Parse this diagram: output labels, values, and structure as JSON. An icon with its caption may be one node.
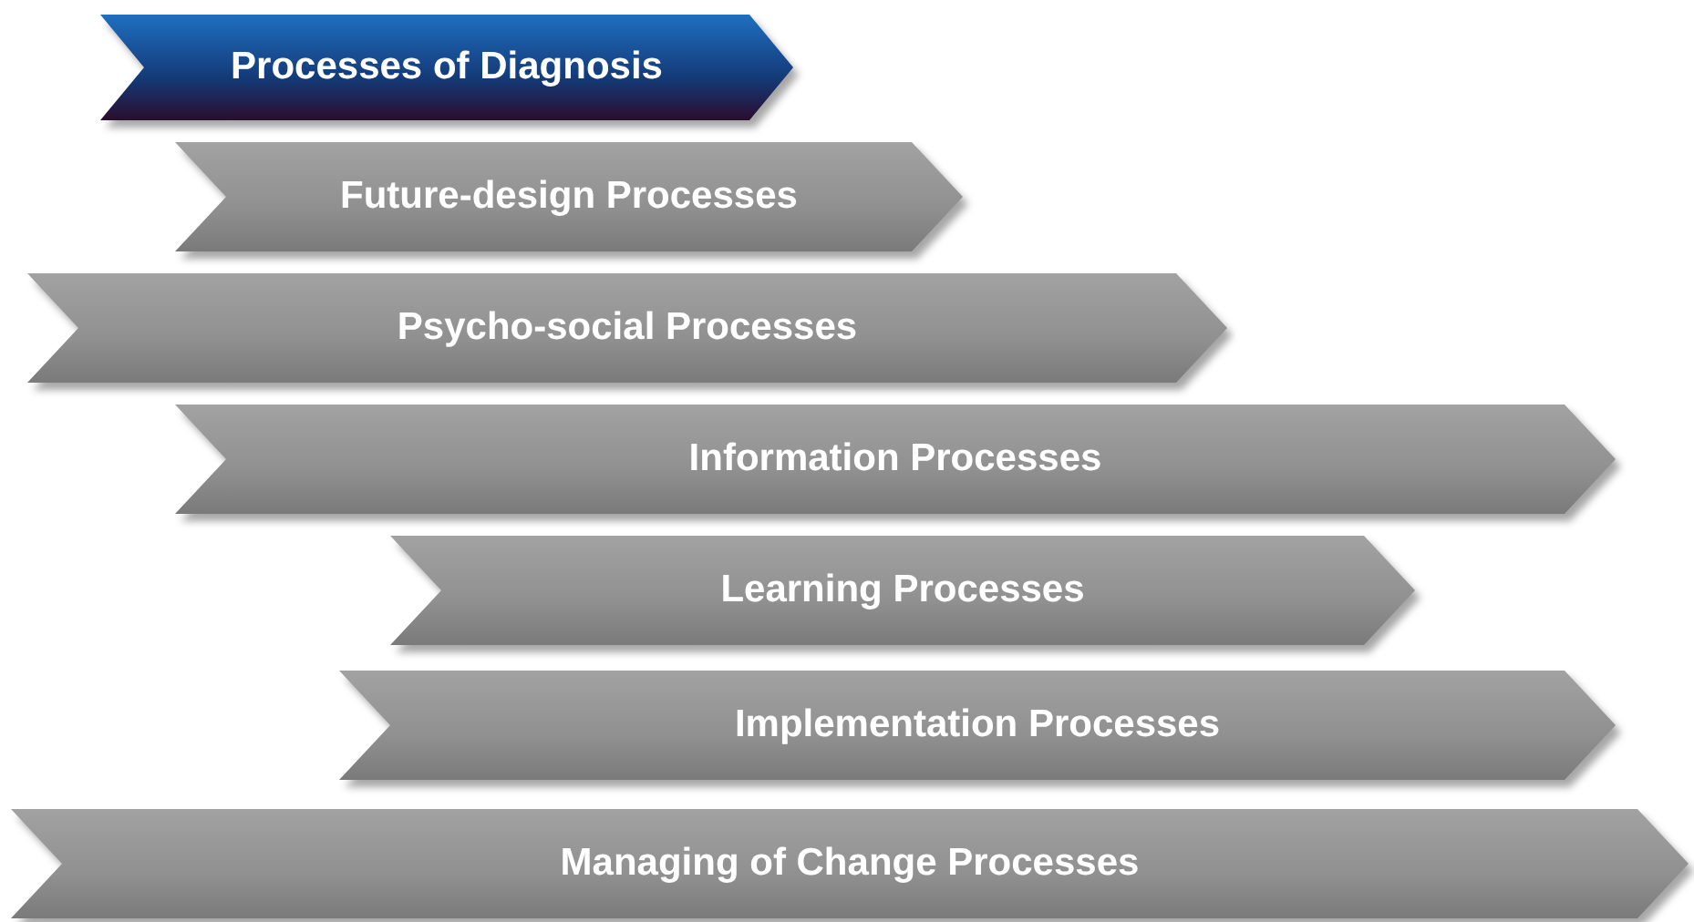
{
  "diagram": {
    "nodes": [
      {
        "text": [
          "Processes of Diagnosis"
        ]
      },
      {
        "text": [
          "Future-design Processes"
        ]
      },
      {
        "text": [
          "Psycho-social Processes"
        ]
      },
      {
        "text": [
          "Information Processes"
        ]
      },
      {
        "text": [
          "Learning Processes"
        ]
      },
      {
        "text": [
          "Implementation Processes"
        ]
      },
      {
        "text": [
          "Managing of Change Processes"
        ]
      }
    ]
  }
}
